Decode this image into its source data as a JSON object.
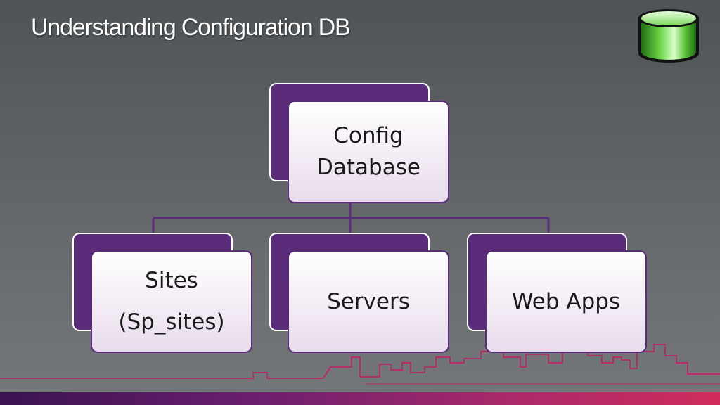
{
  "slide": {
    "title": "Understanding Configuration DB"
  },
  "hierarchy": {
    "root": {
      "lines": [
        "Config",
        "Database"
      ]
    },
    "children": [
      {
        "lines": [
          "Sites",
          "(Sp_sites)"
        ]
      },
      {
        "lines": [
          "Servers"
        ]
      },
      {
        "lines": [
          "Web Apps"
        ]
      }
    ]
  },
  "colors": {
    "node_back": "#5b2c7a",
    "connector": "#5b2c7a",
    "skyline": "#b0306a",
    "db_icon_green": "#3fae2a"
  },
  "icons": {
    "corner": "database-icon"
  }
}
